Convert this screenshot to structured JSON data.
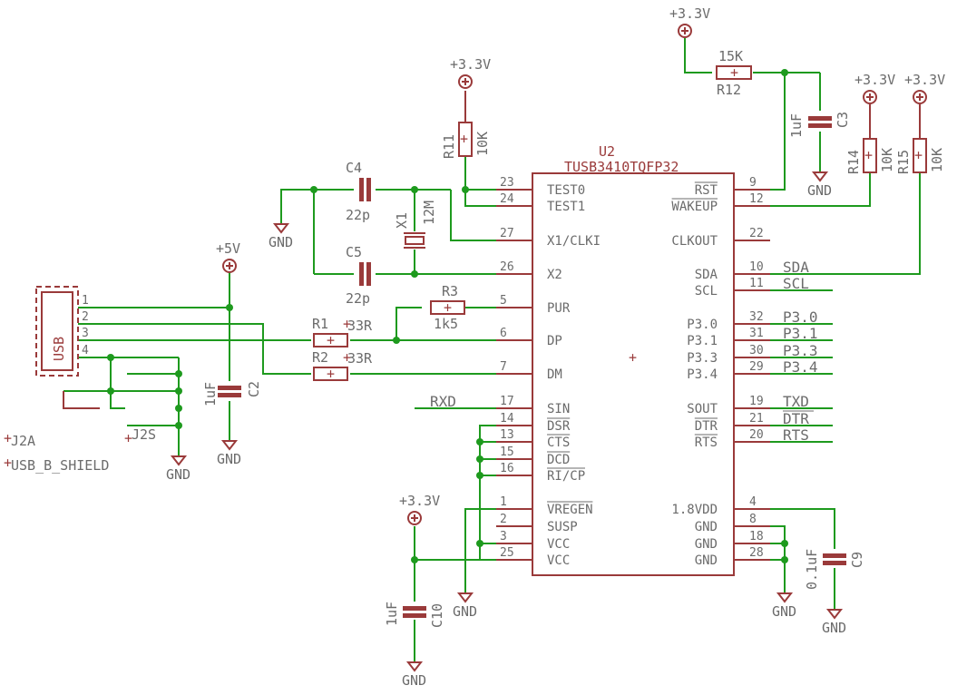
{
  "chip": {
    "ref": "U2",
    "value": "TUSB3410TQFP32",
    "left_pins": [
      {
        "num": "23",
        "name": "TEST0"
      },
      {
        "num": "24",
        "name": "TEST1"
      },
      {
        "num": "27",
        "name": "X1/CLKI"
      },
      {
        "num": "26",
        "name": "X2"
      },
      {
        "num": "5",
        "name": "PUR"
      },
      {
        "num": "6",
        "name": "DP"
      },
      {
        "num": "7",
        "name": "DM"
      },
      {
        "num": "17",
        "name": "SIN"
      },
      {
        "num": "14",
        "name": "DSR"
      },
      {
        "num": "13",
        "name": "CTS"
      },
      {
        "num": "15",
        "name": "DCD"
      },
      {
        "num": "16",
        "name": "RI/CP"
      },
      {
        "num": "1",
        "name": "VREGEN"
      },
      {
        "num": "2",
        "name": "SUSP"
      },
      {
        "num": "3",
        "name": "VCC"
      },
      {
        "num": "25",
        "name": "VCC"
      }
    ],
    "right_pins": [
      {
        "num": "9",
        "name": "RST"
      },
      {
        "num": "12",
        "name": "WAKEUP"
      },
      {
        "num": "22",
        "name": "CLKOUT"
      },
      {
        "num": "10",
        "name": "SDA"
      },
      {
        "num": "11",
        "name": "SCL"
      },
      {
        "num": "32",
        "name": "P3.0"
      },
      {
        "num": "31",
        "name": "P3.1"
      },
      {
        "num": "30",
        "name": "P3.3"
      },
      {
        "num": "29",
        "name": "P3.4"
      },
      {
        "num": "19",
        "name": "SOUT"
      },
      {
        "num": "21",
        "name": "DTR"
      },
      {
        "num": "20",
        "name": "RTS"
      },
      {
        "num": "4",
        "name": "1.8VDD"
      },
      {
        "num": "8",
        "name": "GND"
      },
      {
        "num": "18",
        "name": "GND"
      },
      {
        "num": "28",
        "name": "GND"
      }
    ]
  },
  "nets": {
    "sda": "SDA",
    "scl": "SCL",
    "p30": "P3.0",
    "p31": "P3.1",
    "p33": "P3.3",
    "p34": "P3.4",
    "txd": "TXD",
    "dtr": "DTR",
    "rts": "RTS",
    "rxd": "RXD"
  },
  "supplies": {
    "v33": "+3.3V",
    "v5": "+5V",
    "gnd": "GND"
  },
  "parts": {
    "r11": {
      "ref": "R11",
      "value": "10K"
    },
    "r12": {
      "ref": "R12",
      "value": "15K"
    },
    "r14": {
      "ref": "R14",
      "value": "10K"
    },
    "r15": {
      "ref": "R15",
      "value": "10K"
    },
    "r1": {
      "ref": "R1",
      "value": "33R"
    },
    "r2": {
      "ref": "R2",
      "value": "33R"
    },
    "r3": {
      "ref": "R3",
      "value": "1k5"
    },
    "c2": {
      "ref": "C2",
      "value": "1uF"
    },
    "c3": {
      "ref": "C3",
      "value": "1uF"
    },
    "c4": {
      "ref": "C4",
      "value": "22p"
    },
    "c5": {
      "ref": "C5",
      "value": "22p"
    },
    "c9": {
      "ref": "C9",
      "value": "0.1uF"
    },
    "c10": {
      "ref": "C10",
      "value": "1uF"
    },
    "x1": {
      "ref": "X1",
      "value": "12M"
    },
    "usb": {
      "label": "USB",
      "ref": "J2A",
      "value": "USB_B_SHIELD",
      "shield_ref": "J2S",
      "pins": [
        "1",
        "2",
        "3",
        "4"
      ]
    }
  }
}
